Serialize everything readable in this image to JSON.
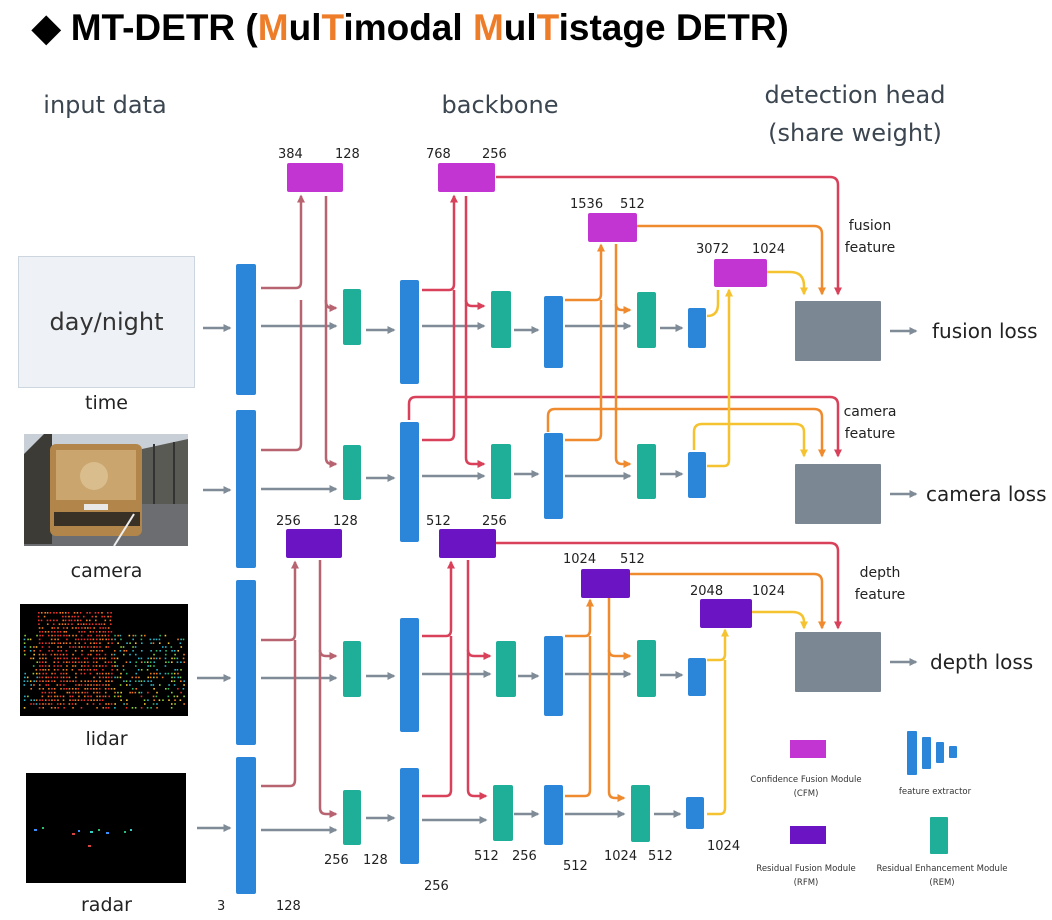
{
  "title": {
    "prefix": "◆ MT-DETR (",
    "m1": "M",
    "ul1": "ul",
    "t1": "T",
    "imodal": "imodal ",
    "m2": "M",
    "ul2": "ul",
    "t2": "T",
    "istage": "istage DETR)"
  },
  "sections": {
    "input": "input data",
    "backbone": "backbone",
    "head_line1": "detection head",
    "head_line2": "(share weight)"
  },
  "inputs": {
    "time_box": "day/night",
    "time": "time",
    "camera": "camera",
    "lidar": "lidar",
    "radar": "radar"
  },
  "channels": {
    "cfm1_in": "384",
    "cfm1_out": "128",
    "cfm2_in": "768",
    "cfm2_out": "256",
    "cfm3_in": "1536",
    "cfm3_out": "512",
    "cfm4_in": "3072",
    "cfm4_out": "1024",
    "rfm1_in": "256",
    "rfm1_out": "128",
    "rfm2_in": "512",
    "rfm2_out": "256",
    "rfm3_in": "1024",
    "rfm3_out": "512",
    "rfm4_in": "2048",
    "rfm4_out": "1024",
    "b_3": "3",
    "b_128": "128",
    "b_256a": "256",
    "b_128b": "128",
    "b_256b": "256",
    "b_512a": "512",
    "b_256c": "256",
    "b_512b": "512",
    "b_1024a": "1024",
    "b_512c": "512",
    "b_1024b": "1024"
  },
  "features": {
    "fusion_l1": "fusion",
    "fusion_l2": "feature",
    "camera_l1": "camera",
    "camera_l2": "feature",
    "depth_l1": "depth",
    "depth_l2": "feature"
  },
  "losses": {
    "fusion": "fusion loss",
    "camera": "camera loss",
    "depth": "depth loss"
  },
  "legend": {
    "cfm_l1": "Confidence Fusion Module",
    "cfm_l2": "(CFM)",
    "fe": "feature extractor",
    "rfm_l1": "Residual Fusion Module",
    "rfm_l2": "(RFM)",
    "rem_l1": "Residual Enhancement Module",
    "rem_l2": "(REM)"
  },
  "colors": {
    "cfm": "#c335d3",
    "rfm": "#6a14c4",
    "rem": "#1fae98",
    "extractor": "#2b86d9",
    "head": "#7b8792",
    "arrow_gray": "#7f8c97",
    "arrow_stage1": "#b86470",
    "arrow_stage2": "#d9415a",
    "arrow_stage3": "#ef8a2e",
    "arrow_stage4": "#f5c330",
    "accent": "#ee7d2a"
  }
}
